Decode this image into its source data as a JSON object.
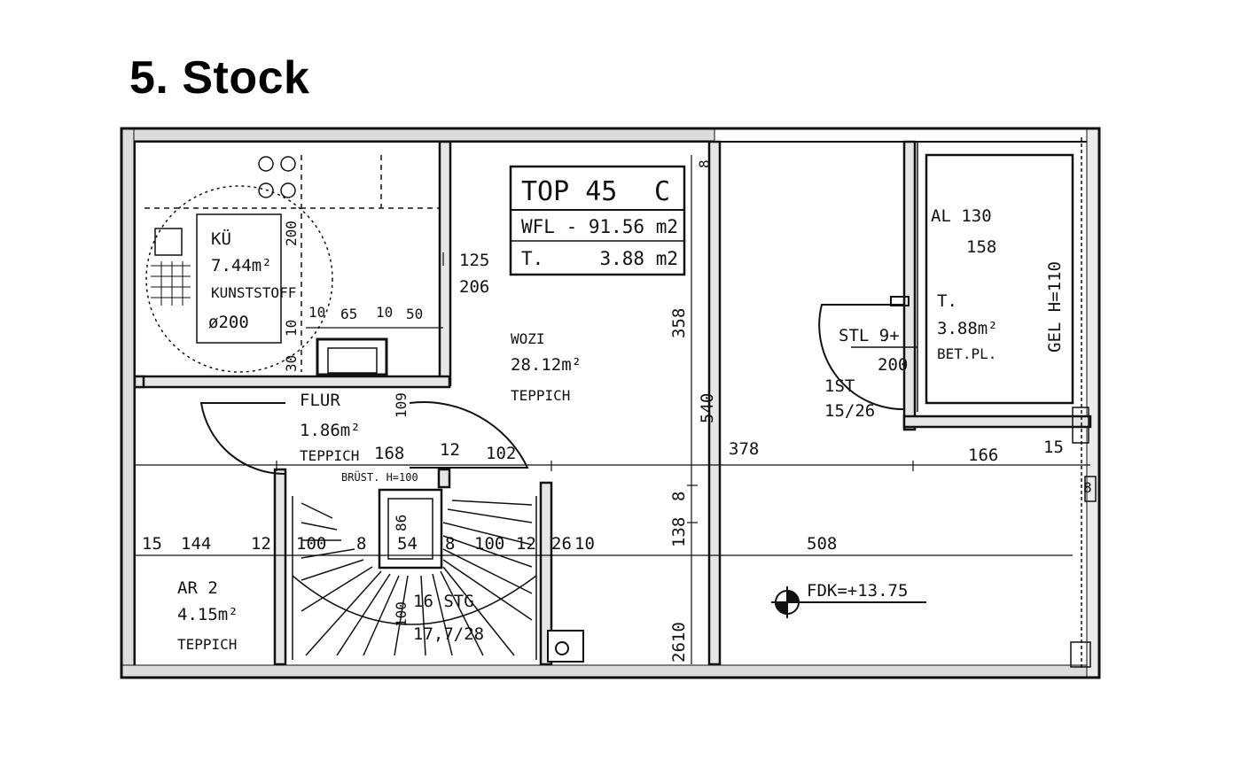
{
  "title": "5. Stock",
  "unit_box": {
    "top_label": "TOP 45",
    "top_letter": "C",
    "wfl": "WFL - 91.56 m2",
    "terrace": "T.     3.88 m2"
  },
  "rooms": {
    "kitchen": {
      "name": "KÜ",
      "area": "7.44m²",
      "floor": "KUNSTSTOFF",
      "table": "ø200"
    },
    "living": {
      "name": "WOZI",
      "area": "28.12m²",
      "floor": "TEPPICH"
    },
    "hall": {
      "name": "FLUR",
      "area": "1.86m²",
      "floor": "TEPPICH"
    },
    "storage": {
      "name": "AR 2",
      "area": "4.15m²",
      "floor": "TEPPICH"
    },
    "terrace": {
      "name": "T.",
      "area": "3.88m²",
      "floor": "BET.PL."
    },
    "stair": {
      "steps": "16 STG",
      "ratio": "17,7/28"
    },
    "window": {
      "label": "STL 9+",
      "height": "200"
    },
    "fdk": "FDK=+13.75",
    "railing": "GEL H=110",
    "al": "AL 130",
    "al_value": "158",
    "st": "1ST",
    "st_ratio": "15/26",
    "brust": "BRÜST. H=100"
  },
  "dims": {
    "d125": "125",
    "d206": "206",
    "d10a": "10",
    "d65": "65",
    "d10b": "10",
    "d50": "50",
    "d200": "200",
    "d30": "30",
    "d10c": "10",
    "d109": "109",
    "d168": "168",
    "d12a": "12",
    "d102": "102",
    "d8": "8",
    "d358": "358",
    "d540": "540",
    "d378": "378",
    "d166": "166",
    "d15a": "15",
    "d8b": "8",
    "d15b": "15",
    "d144": "144",
    "d12b": "12",
    "d100a": "100",
    "d8c": "8",
    "d54": "54",
    "d8d": "8",
    "d100b": "100",
    "d12c": "12",
    "d26": "26",
    "d10d": "10",
    "d138": "138",
    "d8e": "8",
    "d508": "508",
    "d86": "86",
    "d100c": "100",
    "d2610": "2610"
  }
}
